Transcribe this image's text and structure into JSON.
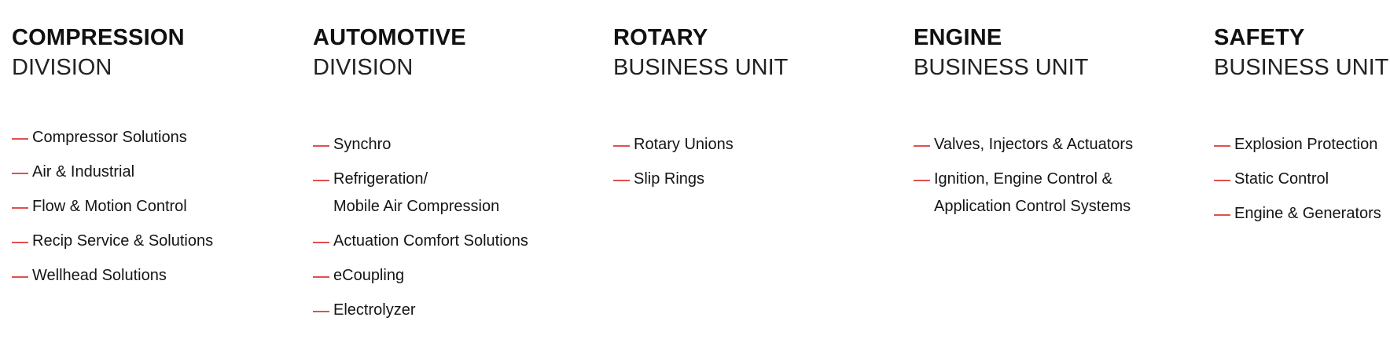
{
  "colors": {
    "accent": "#e0504f",
    "text": "#111111"
  },
  "columns": [
    {
      "bold": "COMPRESSION",
      "light": "DIVISION",
      "items": [
        "Compressor Solutions",
        "Air & Industrial",
        "Flow & Motion Control",
        "Recip Service & Solutions",
        "Wellhead Solutions"
      ]
    },
    {
      "bold": "AUTOMOTIVE",
      "light": "DIVISION",
      "items": [
        "Synchro",
        "Refrigeration/\nMobile Air Compression",
        "Actuation Comfort Solutions",
        "eCoupling",
        "Electrolyzer"
      ]
    },
    {
      "bold": "ROTARY",
      "light": "BUSINESS UNIT",
      "items": [
        "Rotary Unions",
        "Slip Rings"
      ]
    },
    {
      "bold": "ENGINE",
      "light": "BUSINESS UNIT",
      "items": [
        "Valves, Injectors & Actuators",
        "Ignition, Engine Control &\nApplication Control Systems"
      ]
    },
    {
      "bold": "SAFETY",
      "light": "BUSINESS UNIT",
      "items": [
        "Explosion Protection",
        "Static Control",
        "Engine & Generators"
      ]
    }
  ]
}
